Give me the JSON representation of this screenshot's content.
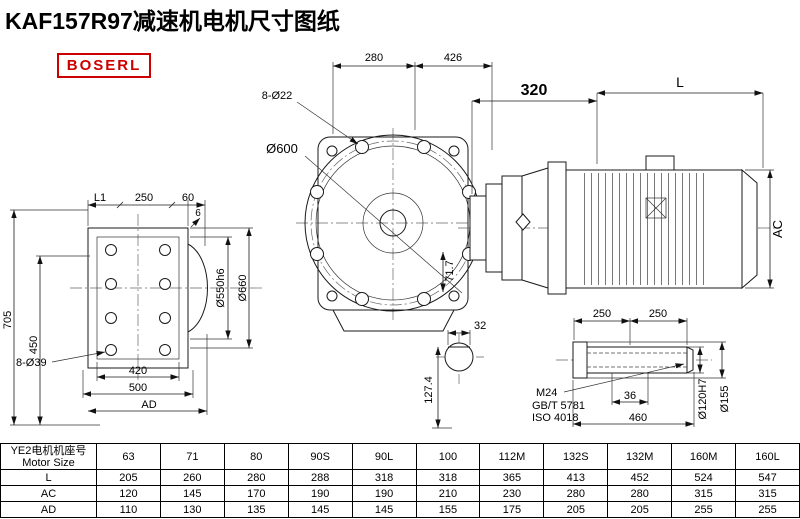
{
  "title": "KAF157R97减速机电机尺寸图纸",
  "logo": "BOSERL",
  "dims": {
    "front": {
      "l1": "L1",
      "top250": "250",
      "top60": "60",
      "step6": "6",
      "h705": "705",
      "h450": "450",
      "holes": "8-Ø39",
      "w420": "420",
      "w500": "500",
      "ad": "AD",
      "d550": "Ø550h6",
      "d660": "Ø660"
    },
    "flange": {
      "w280": "280",
      "w426": "426",
      "holes": "8-Ø22",
      "d600": "Ø600",
      "a71": "71.7"
    },
    "motor": {
      "w320": "320",
      "l": "L",
      "ac": "AC"
    },
    "section": {
      "w32": "32",
      "h127": "127.4"
    },
    "shaft": {
      "l250a": "250",
      "l250b": "250",
      "thread": "M24",
      "std1": "GB/T 5781",
      "std2": "ISO 4018",
      "w36": "36",
      "l460": "460",
      "d120": "Ø120H7",
      "d155": "Ø155"
    }
  },
  "table": {
    "header_cn": "YE2电机机座号",
    "header_en": "Motor Size",
    "columns": [
      "63",
      "71",
      "80",
      "90S",
      "90L",
      "100",
      "112M",
      "132S",
      "132M",
      "160M",
      "160L"
    ],
    "rows": [
      {
        "label": "L",
        "values": [
          "205",
          "260",
          "280",
          "288",
          "318",
          "318",
          "365",
          "413",
          "452",
          "524",
          "547"
        ]
      },
      {
        "label": "AC",
        "values": [
          "120",
          "145",
          "170",
          "190",
          "190",
          "210",
          "230",
          "280",
          "280",
          "315",
          "315"
        ]
      },
      {
        "label": "AD",
        "values": [
          "110",
          "130",
          "135",
          "145",
          "145",
          "155",
          "175",
          "205",
          "205",
          "255",
          "255"
        ]
      }
    ]
  }
}
